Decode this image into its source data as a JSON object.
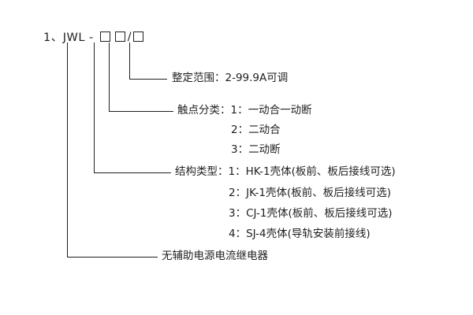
{
  "diagram": {
    "title_prefix": "1、JWL -",
    "slash": "/",
    "labels": {
      "range": "整定范围：2-99.9A可调",
      "contact": "触点分类：1：一动合一动断",
      "contact_2": "2：二动合",
      "contact_3": "3：二动断",
      "structure": "结构类型：1：HK-1壳体(板前、板后接线可选)",
      "structure_2": "2：JK-1壳体(板前、板后接线可选)",
      "structure_3": "3：CJ-1壳体(板前、板后接线可选)",
      "structure_4": "4：SJ-4壳体(导轨安装前接线)",
      "relay": "无辅助电源电流继电器"
    },
    "colors": {
      "line": "#1f1f1f",
      "text": "#1f1f1f",
      "background": "#ffffff"
    }
  }
}
